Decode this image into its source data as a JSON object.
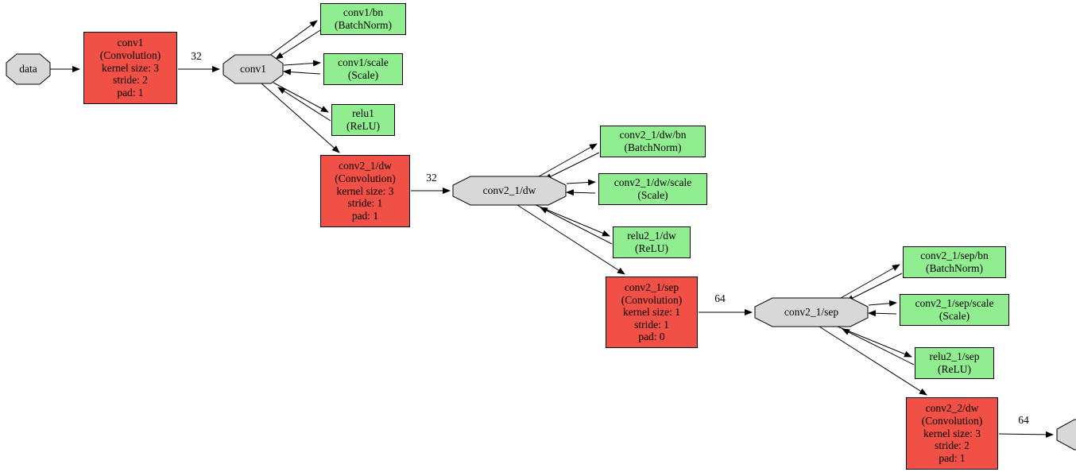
{
  "diagram": {
    "type": "neural-network-graph",
    "colors": {
      "convolution_node": "#F05045",
      "inplace_node": "#90EE90",
      "blob_node": "#D8D8D8",
      "edge": "#000000",
      "background": "#FFFFFF"
    },
    "nodes": {
      "data": {
        "shape": "octagon",
        "label": "data"
      },
      "conv1_layer": {
        "shape": "box",
        "kind": "convolution",
        "lines": [
          "conv1",
          "(Convolution)",
          "kernel size: 3",
          "stride: 2",
          "pad: 1"
        ]
      },
      "conv1_blob": {
        "shape": "octagon",
        "label": "conv1"
      },
      "conv1_bn": {
        "shape": "box",
        "kind": "inplace",
        "lines": [
          "conv1/bn",
          "(BatchNorm)"
        ]
      },
      "conv1_scale": {
        "shape": "box",
        "kind": "inplace",
        "lines": [
          "conv1/scale",
          "(Scale)"
        ]
      },
      "relu1": {
        "shape": "box",
        "kind": "inplace",
        "lines": [
          "relu1",
          "(ReLU)"
        ]
      },
      "conv2_1_dw_layer": {
        "shape": "box",
        "kind": "convolution",
        "lines": [
          "conv2_1/dw",
          "(Convolution)",
          "kernel size: 3",
          "stride: 1",
          "pad: 1"
        ]
      },
      "conv2_1_dw_blob": {
        "shape": "octagon",
        "label": "conv2_1/dw"
      },
      "conv2_1_dw_bn": {
        "shape": "box",
        "kind": "inplace",
        "lines": [
          "conv2_1/dw/bn",
          "(BatchNorm)"
        ]
      },
      "conv2_1_dw_scale": {
        "shape": "box",
        "kind": "inplace",
        "lines": [
          "conv2_1/dw/scale",
          "(Scale)"
        ]
      },
      "relu2_1_dw": {
        "shape": "box",
        "kind": "inplace",
        "lines": [
          "relu2_1/dw",
          "(ReLU)"
        ]
      },
      "conv2_1_sep_layer": {
        "shape": "box",
        "kind": "convolution",
        "lines": [
          "conv2_1/sep",
          "(Convolution)",
          "kernel size: 1",
          "stride: 1",
          "pad: 0"
        ]
      },
      "conv2_1_sep_blob": {
        "shape": "octagon",
        "label": "conv2_1/sep"
      },
      "conv2_1_sep_bn": {
        "shape": "box",
        "kind": "inplace",
        "lines": [
          "conv2_1/sep/bn",
          "(BatchNorm)"
        ]
      },
      "conv2_1_sep_scale": {
        "shape": "box",
        "kind": "inplace",
        "lines": [
          "conv2_1/sep/scale",
          "(Scale)"
        ]
      },
      "relu2_1_sep": {
        "shape": "box",
        "kind": "inplace",
        "lines": [
          "relu2_1/sep",
          "(ReLU)"
        ]
      },
      "conv2_2_dw_layer": {
        "shape": "box",
        "kind": "convolution",
        "lines": [
          "conv2_2/dw",
          "(Convolution)",
          "kernel size: 3",
          "stride: 2",
          "pad: 1"
        ]
      },
      "next_blob_partial": {
        "shape": "octagon",
        "label": ""
      }
    },
    "edge_labels": {
      "conv1_out_channels": "32",
      "conv2_1_dw_out_channels": "32",
      "conv2_1_sep_out_channels": "64",
      "conv2_2_dw_out_channels": "64"
    }
  }
}
